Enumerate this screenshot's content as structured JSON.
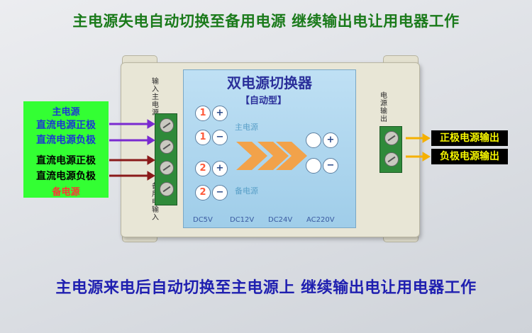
{
  "top_caption": "主电源失电自动切换至备用电源  继续输出电让用电器工作",
  "bottom_caption": "主电源来电后自动切换至主电源上  继续输出电让用电器工作",
  "device": {
    "title": "双电源切换器",
    "subtitle": "【自动型】",
    "main_label": "主电源",
    "backup_label": "备电源",
    "input_left_top": "输入主电源",
    "input_left_bottom": "备用电输入",
    "output_right": "电源输出",
    "voltages": [
      "DC5V",
      "DC12V",
      "DC24V",
      "AC220V"
    ],
    "input_1": "1",
    "input_2": "2",
    "plus": "+",
    "minus": "−"
  },
  "left_callout": {
    "header": "主电源",
    "items": [
      "直流电源正极",
      "直流电源负极",
      "直流电源正极",
      "直流电源负极"
    ],
    "footer": "备电源"
  },
  "right_callout": {
    "items": [
      "正极电源输出",
      "负极电源输出"
    ]
  },
  "colors": {
    "top_caption": "#1a7a1a",
    "bottom_caption": "#1f1fb0",
    "callout_bg": "#33ff33",
    "callout_main": "#1a3ad0",
    "callout_backup": "#000000",
    "tag_bg": "#000000",
    "tag_text": "#f5f500",
    "arrow_main": "#7a2ad0",
    "arrow_backup": "#8a1a1a",
    "arrow_out": "#f5b000",
    "chevron": "#f2a24a"
  }
}
